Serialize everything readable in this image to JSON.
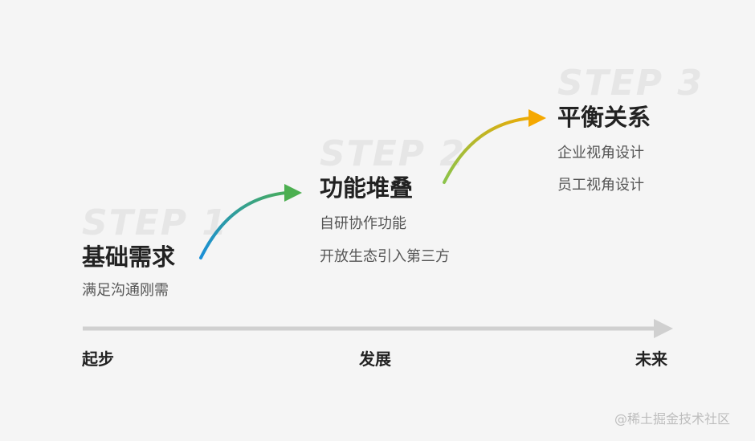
{
  "steps": [
    {
      "step_label": "STEP 1",
      "title": "基础需求",
      "lines": [
        "满足沟通刚需"
      ]
    },
    {
      "step_label": "STEP 2",
      "title": "功能堆叠",
      "lines": [
        "自研协作功能",
        "开放生态引入第三方"
      ]
    },
    {
      "step_label": "STEP 3",
      "title": "平衡关系",
      "lines": [
        "企业视角设计",
        "员工视角设计"
      ]
    }
  ],
  "timeline": {
    "labels": [
      "起步",
      "发展",
      "未来"
    ]
  },
  "colors": {
    "arrow1_start": "#1a8fd8",
    "arrow1_end": "#4caf50",
    "arrow2_start": "#8bc34a",
    "arrow2_end": "#f5a800",
    "axis": "#d0d0d0",
    "step_label": "#e6e6e6"
  },
  "watermark": "@稀土掘金技术社区"
}
